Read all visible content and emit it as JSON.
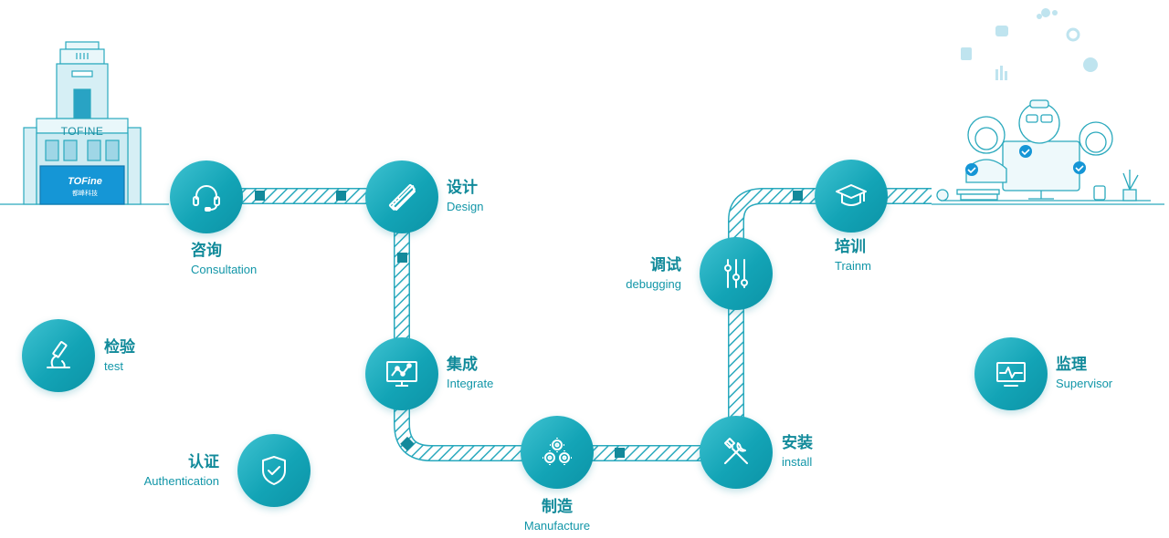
{
  "building": {
    "name": "TOFINE",
    "sign": "TOFine",
    "sign_sub": "都峰科技"
  },
  "steps": [
    {
      "id": "consult",
      "zh": "咨询",
      "en": "Consultation",
      "icon": "headset-icon"
    },
    {
      "id": "design",
      "zh": "设计",
      "en": "Design",
      "icon": "pencil-ruler-icon"
    },
    {
      "id": "integrate",
      "zh": "集成",
      "en": "Integrate",
      "icon": "monitor-chart-icon"
    },
    {
      "id": "manufacture",
      "zh": "制造",
      "en": "Manufacture",
      "icon": "gears-icon"
    },
    {
      "id": "install",
      "zh": "安装",
      "en": "install",
      "icon": "tools-icon"
    },
    {
      "id": "debugging",
      "zh": "调试",
      "en": "debugging",
      "icon": "sliders-icon"
    },
    {
      "id": "train",
      "zh": "培训",
      "en": "Trainm",
      "icon": "graduation-cap-icon"
    }
  ],
  "extras": [
    {
      "id": "test",
      "zh": "检验",
      "en": "test",
      "icon": "microscope-icon"
    },
    {
      "id": "auth",
      "zh": "认证",
      "en": "Authentication",
      "icon": "shield-check-icon"
    },
    {
      "id": "supervisor",
      "zh": "监理",
      "en": "Supervisor",
      "icon": "monitor-pulse-icon"
    }
  ],
  "colors": {
    "accent": "#13a4b6",
    "accent_dark": "#0c93a6",
    "text": "#118a9a",
    "line": "#2aa9bd",
    "light": "#d8f1f5"
  }
}
